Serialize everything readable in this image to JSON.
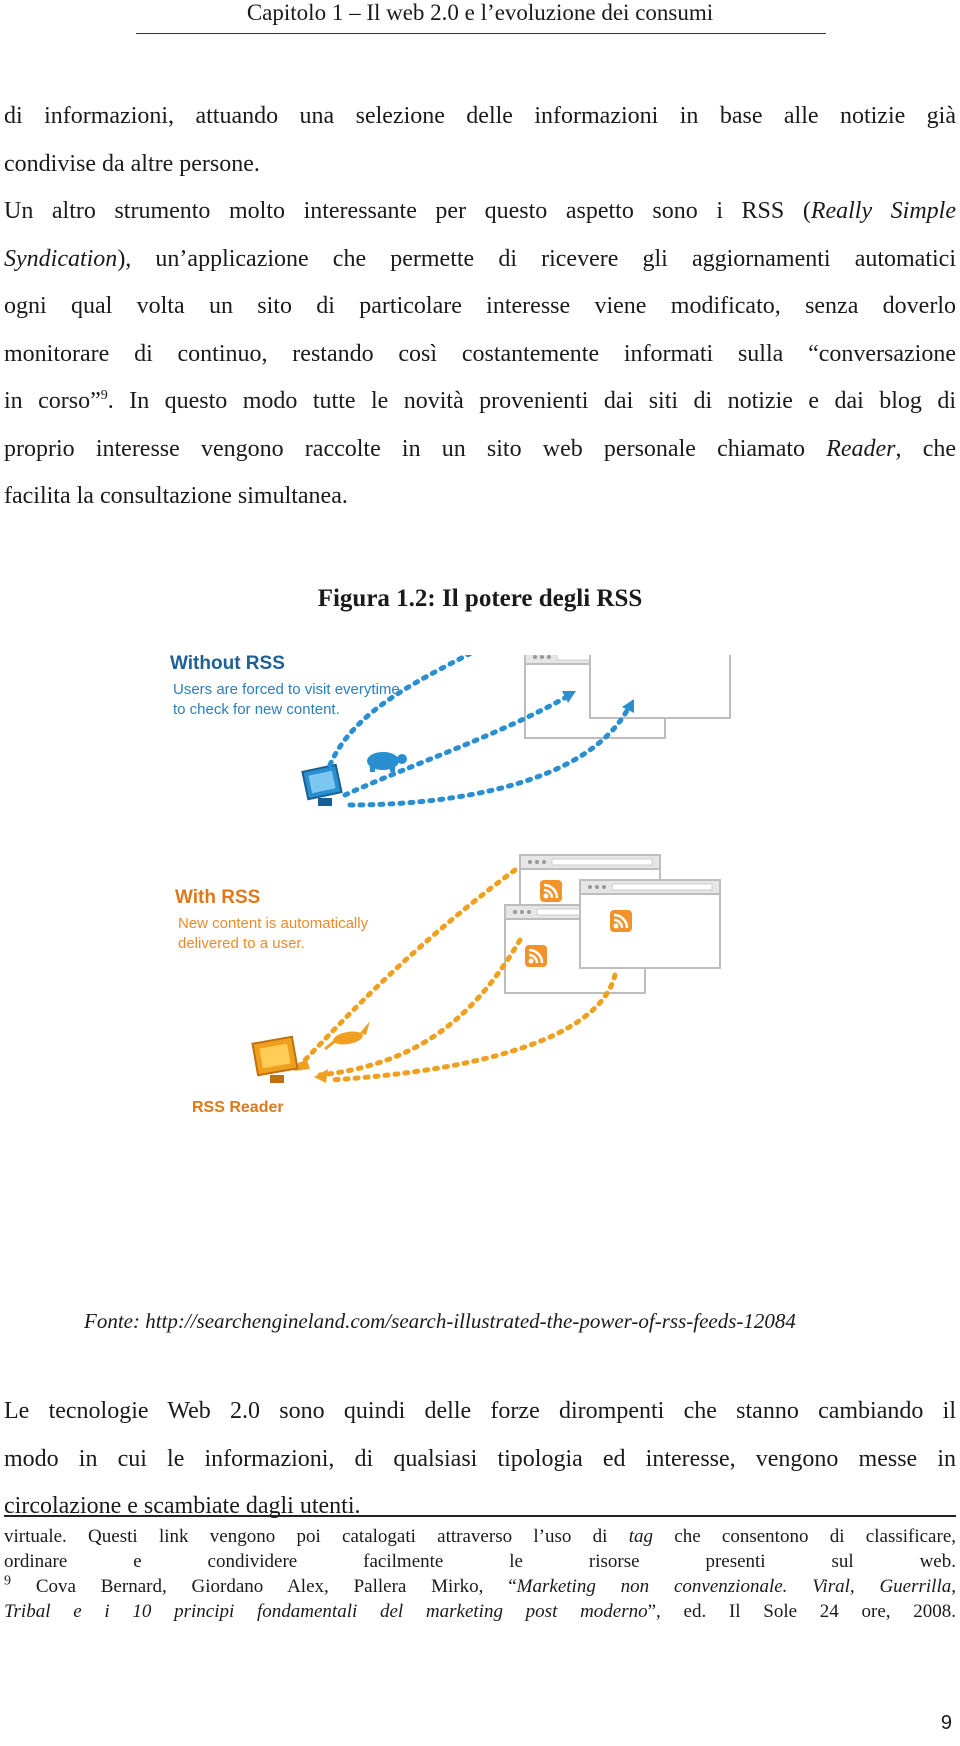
{
  "header": {
    "title": "Capitolo 1 – Il web 2.0 e l’evoluzione dei consumi"
  },
  "paragraph1": {
    "lines": [
      "di informazioni, attuando una selezione delle informazioni in base alle notizie già",
      "condivise da altre persone.",
      "Un altro strumento molto interessante per questo aspetto sono i RSS (",
      "), un’applicazione che permette di ricevere gli aggiornamenti automatici",
      "ogni qual volta un sito di particolare interesse viene modificato, senza doverlo",
      "monitorare di continuo, restando così costantemente informati sulla “conversazione",
      "in corso”",
      ". In questo modo tutte le novità provenienti dai siti di notizie e dai blog di",
      "proprio interesse vengono raccolte in un sito web personale chiamato ",
      ", che",
      "facilita la consultazione simultanea."
    ],
    "really_simple": "Really Simple",
    "syndication": "Syndication",
    "footnote_ref": "9",
    "reader": "Reader"
  },
  "figure": {
    "caption": "Figura 1.2: Il potere degli RSS",
    "without_title": "Without RSS",
    "without_line1": "Users are forced to visit everytime",
    "without_line2": "to check for new content.",
    "with_title": "With RSS",
    "with_line1": "New content is automatically",
    "with_line2": "delivered to a user.",
    "reader_label": "RSS Reader",
    "source": "Fonte: http://searchengineland.com/search-illustrated-the-power-of-rss-feeds-12084",
    "colors": {
      "blue": "#2a8fd0",
      "orange": "#f0a020",
      "heading_blue": "#1e5f95",
      "heading_orange": "#e07818"
    }
  },
  "paragraph2": {
    "lines": [
      "Le tecnologie Web 2.0 sono quindi delle forze dirompenti che stanno cambiando il",
      "modo in cui le informazioni, di qualsiasi tipologia ed interesse, vengono messe in",
      "circolazione e scambiate dagli utenti."
    ]
  },
  "footnotes": {
    "cont_line1_a": "virtuale. Questi link vengono poi catalogati attraverso l’uso di ",
    "cont_tag": "tag",
    "cont_line1_b": " che consentono di classificare,",
    "cont_line2": "ordinare e condividere facilmente le risorse presenti sul web.",
    "fn9_number": "9",
    "fn9_a": " Cova Bernard, Giordano Alex, Pallera Mirko, “",
    "fn9_b": "Marketing non convenzionale. Viral, Guerrilla,",
    "fn9_c": "Tribal e i 10 principi fondamentali del marketing post moderno",
    "fn9_d": "”, ed. Il Sole 24 ore, 2008."
  },
  "page_number": "9"
}
